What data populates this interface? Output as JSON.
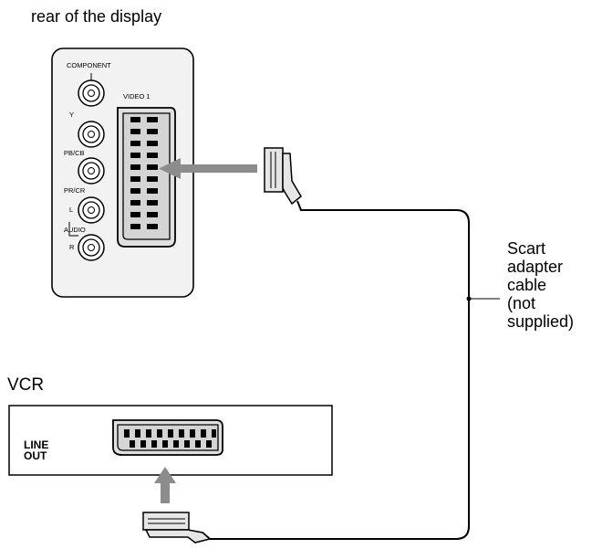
{
  "rear_label": "rear of the display",
  "vcr_label": "VCR",
  "cable_label": [
    "Scart",
    "adapter",
    "cable",
    "(not",
    "supplied)"
  ],
  "vcr_port": [
    "LINE",
    "OUT"
  ],
  "panel": {
    "component": "COMPONENT",
    "video1": "VIDEO 1",
    "jacks": [
      "Y",
      "PB/CB",
      "PR/CR",
      "L",
      "AUDIO",
      "R"
    ]
  },
  "colors": {
    "line": "#000000",
    "arrow": "#8c8c8c",
    "port_fill": "#d9d9d9",
    "panel_fill": "#f2f2f2"
  }
}
